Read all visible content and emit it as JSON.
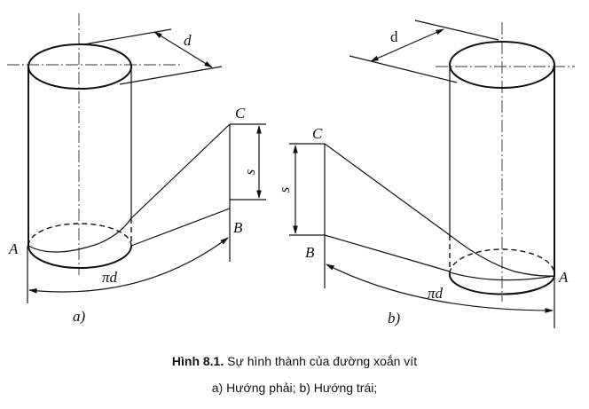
{
  "figure_a": {
    "label_d": "d",
    "label_s": "s",
    "label_A": "A",
    "label_B": "B",
    "label_C": "C",
    "label_pid": "πd",
    "caption": "a)"
  },
  "figure_b": {
    "label_d": "d",
    "label_s": "s",
    "label_A": "A",
    "label_B": "B",
    "label_C": "C",
    "label_pid": "πd",
    "caption": "b)"
  },
  "caption": {
    "number": "Hình 8.1.",
    "title": " Sự hình thành  của đường xoắn vít",
    "subtitle": "a) Hướng phải; b) Hướng trái;"
  }
}
